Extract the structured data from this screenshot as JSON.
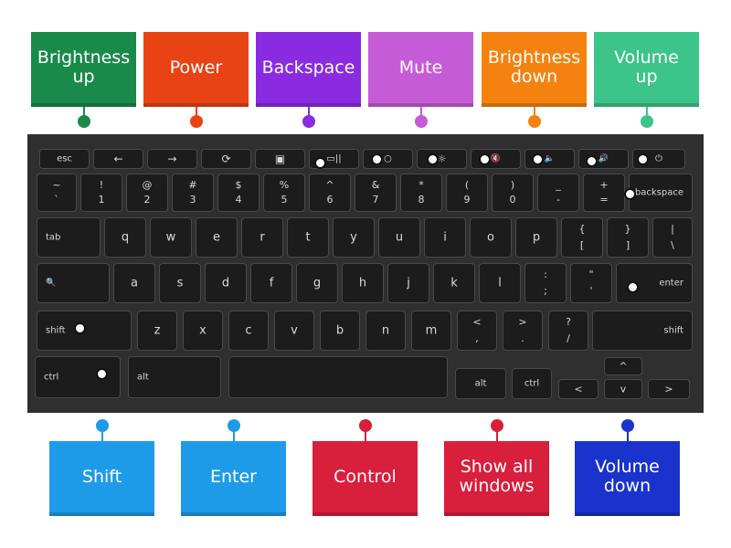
{
  "top_labels": [
    {
      "text": "Brightness\nup",
      "color": "#1a8a4a"
    },
    {
      "text": "Power",
      "color": "#e84314"
    },
    {
      "text": "Backspace",
      "color": "#8a2be2"
    },
    {
      "text": "Mute",
      "color": "#c65bd8"
    },
    {
      "text": "Brightness\ndown",
      "color": "#f5820f"
    },
    {
      "text": "Volume\nup",
      "color": "#3cc48a"
    }
  ],
  "bottom_labels": [
    {
      "text": "Shift",
      "color": "#1e9be8"
    },
    {
      "text": "Enter",
      "color": "#1e9be8"
    },
    {
      "text": "Control",
      "color": "#d81f3c"
    },
    {
      "text": "Show all\nwindows",
      "color": "#d81f3c"
    },
    {
      "text": "Volume\ndown",
      "color": "#1a33cc"
    }
  ],
  "keyboard": {
    "fn_row": [
      "esc",
      "←",
      "→",
      "⟳",
      "▣",
      "▭||",
      "○",
      "☼",
      "🔇",
      "🔈",
      "🔊",
      "⏻"
    ],
    "number_row": [
      {
        "top": "~",
        "bot": "`"
      },
      {
        "top": "!",
        "bot": "1"
      },
      {
        "top": "@",
        "bot": "2"
      },
      {
        "top": "#",
        "bot": "3"
      },
      {
        "top": "$",
        "bot": "4"
      },
      {
        "top": "%",
        "bot": "5"
      },
      {
        "top": "^",
        "bot": "6"
      },
      {
        "top": "&",
        "bot": "7"
      },
      {
        "top": "*",
        "bot": "8"
      },
      {
        "top": "(",
        "bot": "9"
      },
      {
        "top": ")",
        "bot": "0"
      },
      {
        "top": "_",
        "bot": "-"
      },
      {
        "top": "+",
        "bot": "="
      }
    ],
    "backspace": "backspace",
    "tab": "tab",
    "qwerty_row": [
      "q",
      "w",
      "e",
      "r",
      "t",
      "y",
      "u",
      "i",
      "o",
      "p"
    ],
    "bracket_keys": [
      {
        "top": "{",
        "bot": "["
      },
      {
        "top": "}",
        "bot": "]"
      },
      {
        "top": "|",
        "bot": "\\"
      }
    ],
    "search_glyph": "🔍",
    "home_row": [
      "a",
      "s",
      "d",
      "f",
      "g",
      "h",
      "j",
      "k",
      "l"
    ],
    "semicolon": {
      "top": ":",
      "bot": ";"
    },
    "quote": {
      "top": "\"",
      "bot": "'"
    },
    "enter": "enter",
    "shift": "shift",
    "bottom_letters": [
      "z",
      "x",
      "c",
      "v",
      "b",
      "n",
      "m"
    ],
    "comma": {
      "top": "<",
      "bot": ","
    },
    "period": {
      "top": ">",
      "bot": "."
    },
    "slash": {
      "top": "?",
      "bot": "/"
    },
    "ctrl": "ctrl",
    "alt": "alt",
    "arrows": {
      "up": "^",
      "left": "<",
      "down": "v",
      "right": ">"
    }
  }
}
